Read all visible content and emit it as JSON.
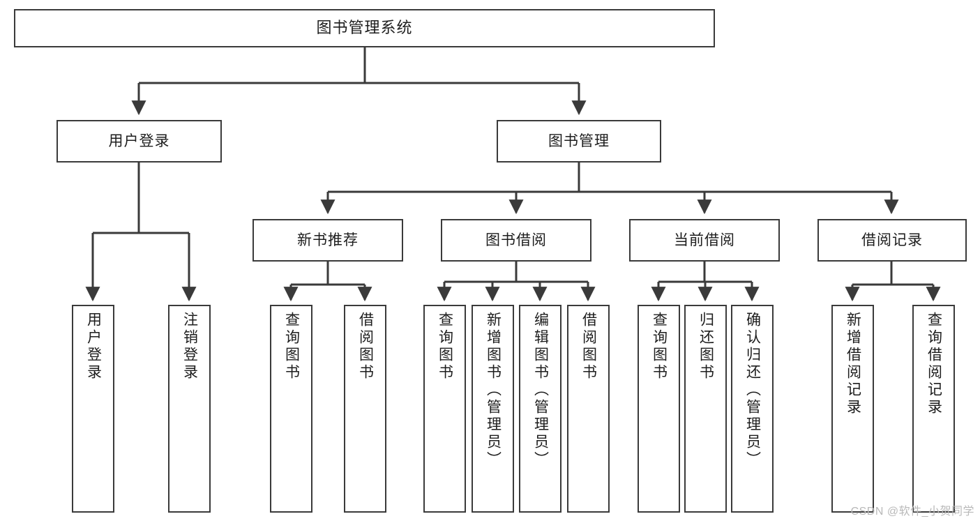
{
  "diagram": {
    "title": "图书管理系统",
    "watermark": "CSDN @软件_小贺同学",
    "colors": {
      "stroke": "#3a3a3a",
      "fill": "#ffffff",
      "text": "#1d1d1d",
      "watermark": "#b9b9b9"
    },
    "nodes": {
      "root": "图书管理系统",
      "level1": {
        "user_login": "用户登录",
        "book_manage": "图书管理"
      },
      "level2": {
        "new_book_rec": "新书推荐",
        "book_borrow": "图书借阅",
        "current_borrow": "当前借阅",
        "borrow_record": "借阅记录"
      },
      "leaves": {
        "user_login_1": "用户登录",
        "user_login_2": "注销登录",
        "new_book_1": "查询图书",
        "new_book_2": "借阅图书",
        "borrow_1": "查询图书",
        "borrow_2": "新增图书（管理员）",
        "borrow_3": "编辑图书（管理员）",
        "borrow_4": "借阅图书",
        "current_1": "查询图书",
        "current_2": "归还图书",
        "current_3": "确认归还（管理员）",
        "record_1": "新增借阅记录",
        "record_2": "查询借阅记录"
      }
    }
  }
}
